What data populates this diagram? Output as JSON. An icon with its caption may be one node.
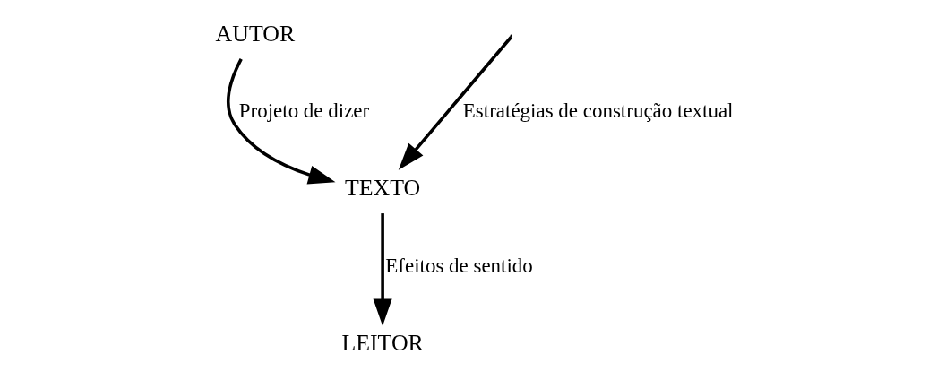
{
  "diagram": {
    "nodes": [
      {
        "text": [
          "AUTOR"
        ]
      },
      {
        "text": [
          "TEXTO"
        ]
      },
      {
        "text": [
          "LEITOR"
        ]
      }
    ],
    "edges": [
      {
        "from": 0,
        "to": 1,
        "arrow": "to",
        "label": "Projeto de dizer"
      },
      {
        "from": null,
        "to": 1,
        "arrow": "to",
        "label": "Estratégias de construção textual"
      },
      {
        "from": 1,
        "to": 2,
        "arrow": "to",
        "label": "Efeitos de sentido"
      }
    ]
  }
}
